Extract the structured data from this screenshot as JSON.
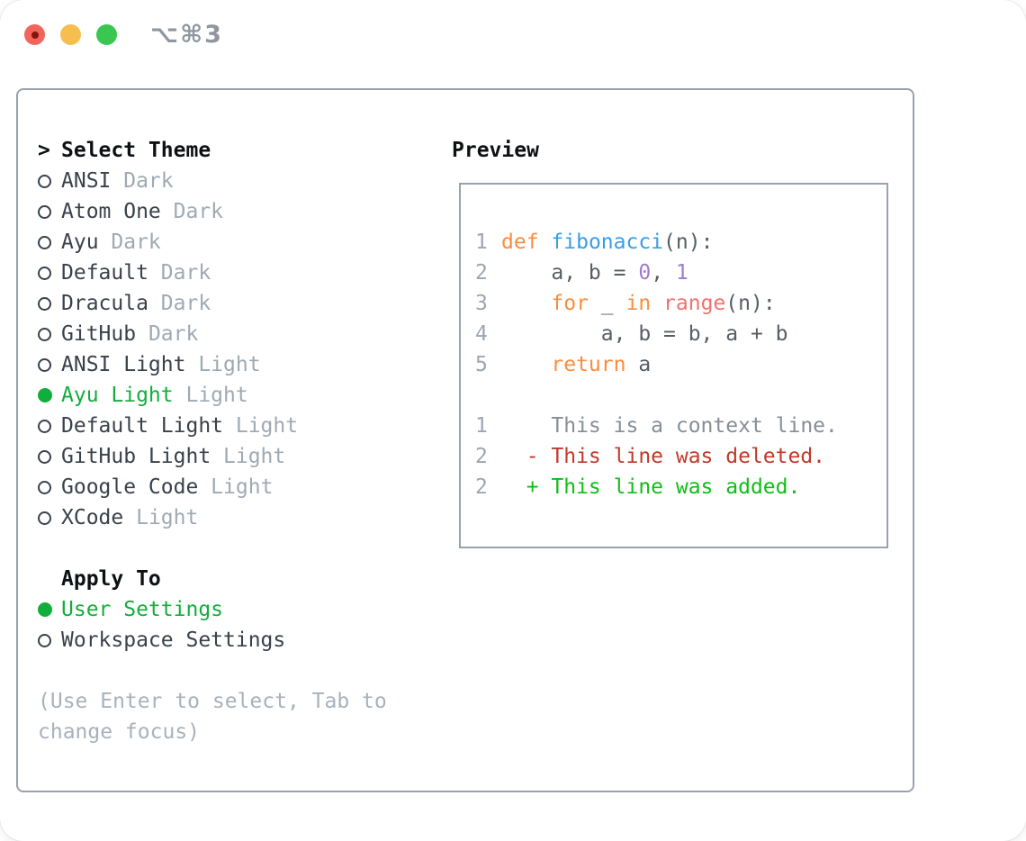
{
  "titlebar": {
    "title": "⌥⌘3"
  },
  "theme_selector": {
    "prompt": ">",
    "heading": "Select Theme",
    "items": [
      {
        "name": "ANSI",
        "variant": "Dark",
        "selected": false
      },
      {
        "name": "Atom One",
        "variant": "Dark",
        "selected": false
      },
      {
        "name": "Ayu",
        "variant": "Dark",
        "selected": false
      },
      {
        "name": "Default",
        "variant": "Dark",
        "selected": false
      },
      {
        "name": "Dracula",
        "variant": "Dark",
        "selected": false
      },
      {
        "name": "GitHub",
        "variant": "Dark",
        "selected": false
      },
      {
        "name": "ANSI Light",
        "variant": "Light",
        "selected": false
      },
      {
        "name": "Ayu Light",
        "variant": "Light",
        "selected": true
      },
      {
        "name": "Default Light",
        "variant": "Light",
        "selected": false
      },
      {
        "name": "GitHub Light",
        "variant": "Light",
        "selected": false
      },
      {
        "name": "Google Code",
        "variant": "Light",
        "selected": false
      },
      {
        "name": "XCode",
        "variant": "Light",
        "selected": false
      }
    ]
  },
  "apply_to": {
    "heading": "Apply To",
    "options": [
      {
        "label": "User Settings",
        "selected": true
      },
      {
        "label": "Workspace Settings",
        "selected": false
      }
    ]
  },
  "hint": "(Use Enter to select, Tab to change focus)",
  "preview": {
    "heading": "Preview",
    "code_lines": [
      {
        "num": "1",
        "tokens": [
          {
            "t": "def",
            "c": "keyword"
          },
          {
            "t": " ",
            "c": "default"
          },
          {
            "t": "fibonacci",
            "c": "function"
          },
          {
            "t": "(n):",
            "c": "default"
          }
        ]
      },
      {
        "num": "2",
        "tokens": [
          {
            "t": "    a, b = ",
            "c": "default"
          },
          {
            "t": "0",
            "c": "number"
          },
          {
            "t": ", ",
            "c": "default"
          },
          {
            "t": "1",
            "c": "number"
          }
        ]
      },
      {
        "num": "3",
        "tokens": [
          {
            "t": "    ",
            "c": "default"
          },
          {
            "t": "for",
            "c": "keyword"
          },
          {
            "t": " _ ",
            "c": "default"
          },
          {
            "t": "in",
            "c": "keyword"
          },
          {
            "t": " ",
            "c": "default"
          },
          {
            "t": "range",
            "c": "builtin"
          },
          {
            "t": "(n):",
            "c": "default"
          }
        ]
      },
      {
        "num": "4",
        "tokens": [
          {
            "t": "        a, b = b, a + b",
            "c": "default"
          }
        ]
      },
      {
        "num": "5",
        "tokens": [
          {
            "t": "    ",
            "c": "default"
          },
          {
            "t": "return",
            "c": "keyword"
          },
          {
            "t": " a",
            "c": "default"
          }
        ]
      },
      {
        "num": "",
        "tokens": []
      },
      {
        "num": "1",
        "tokens": [
          {
            "t": "    This is a context line.",
            "c": "context"
          }
        ]
      },
      {
        "num": "2",
        "tokens": [
          {
            "t": "  - This line was deleted.",
            "c": "deleted"
          }
        ]
      },
      {
        "num": "2",
        "tokens": [
          {
            "t": "  + This line was added.",
            "c": "added"
          }
        ]
      }
    ],
    "colors": {
      "default": "#575E66",
      "keyword": "#FA8D3E",
      "function": "#399EE6",
      "builtin": "#F07171",
      "number": "#A37ACC",
      "lineno": "#9CA6B1",
      "context": "#878E96",
      "deleted": "#C0392B",
      "added": "#0FBE17"
    }
  },
  "colors": {
    "green": "#12AE3C",
    "text": "#3A414B",
    "muted": "#9FA9B4",
    "heading": "#0E1114",
    "hint": "#A9B1BA",
    "panel_border": "#99A2AC",
    "preview_border": "#9AA3AD",
    "title_color": "#8E969F",
    "traffic_red": "#F2655C",
    "traffic_red_dot": "#84150A",
    "traffic_yellow": "#F6BE4F",
    "traffic_green": "#3AC74F"
  }
}
